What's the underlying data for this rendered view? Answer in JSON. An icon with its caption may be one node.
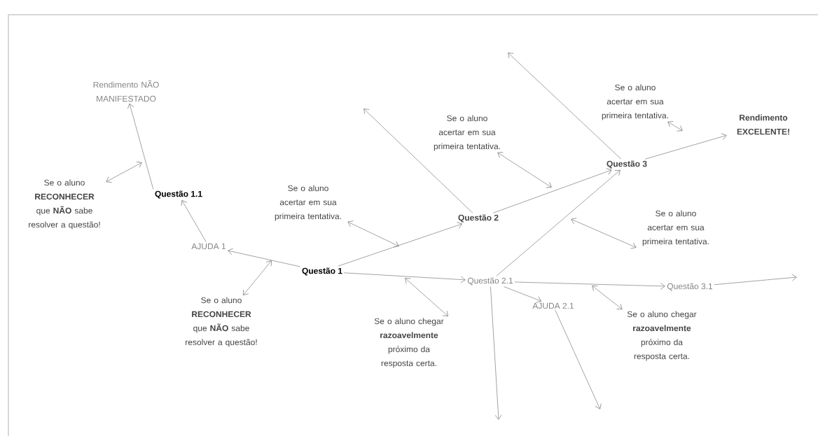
{
  "diagram": {
    "nodes": [
      {
        "text": [
          "Rendimento NÃO MANIFESTADO"
        ]
      },
      {
        "text": [
          "Se o aluno **RECONHECER** que **NÃO** sabe resolver a questão!"
        ]
      },
      {
        "text": [
          "Questão 1.1"
        ]
      },
      {
        "text": [
          "AJUDA 1"
        ]
      },
      {
        "text": [
          "Se o aluno acertar em sua primeira tentativa."
        ]
      },
      {
        "text": [
          "Questão 1"
        ]
      },
      {
        "text": [
          "Se o aluno **RECONHECER** que **NÃO** sabe resolver a questão!"
        ]
      },
      {
        "text": [
          "Questão 2"
        ]
      },
      {
        "text": [
          "Se o aluno acertar em sua primeira tentativa."
        ]
      },
      {
        "text": [
          "Questão 3"
        ]
      },
      {
        "text": [
          "Se o aluno acertar em sua primeira tentativa."
        ]
      },
      {
        "text": [
          "Rendimento EXCELENTE!"
        ]
      },
      {
        "text": [
          "Se o aluno acertar em sua primeira tentativa."
        ]
      },
      {
        "text": [
          "Questão 2.1"
        ]
      },
      {
        "text": [
          "Questão 3.1"
        ]
      },
      {
        "text": [
          "Se o aluno chegar **razoavelmente** próximo da resposta certa."
        ]
      },
      {
        "text": [
          "AJUDA 2.1"
        ]
      },
      {
        "text": [
          "Se o aluno chegar **razoavelmente** próximo da resposta certa."
        ]
      }
    ],
    "edges": [
      {
        "from": 2,
        "to": 0,
        "arrow": "to"
      },
      {
        "from": 1,
        "to": null,
        "arrow": "both"
      },
      {
        "from": 3,
        "to": 2,
        "arrow": "to"
      },
      {
        "from": 5,
        "to": 3,
        "arrow": "to"
      },
      {
        "from": 6,
        "to": null,
        "arrow": "both"
      },
      {
        "from": 5,
        "to": 7,
        "arrow": "to"
      },
      {
        "from": 4,
        "to": null,
        "arrow": "both"
      },
      {
        "from": 5,
        "to": 13,
        "arrow": "to"
      },
      {
        "from": 15,
        "to": null,
        "arrow": "both"
      },
      {
        "from": 7,
        "to": null,
        "arrow": "to"
      },
      {
        "from": 7,
        "to": 9,
        "arrow": "to"
      },
      {
        "from": 8,
        "to": null,
        "arrow": "both"
      },
      {
        "from": 9,
        "to": null,
        "arrow": "to"
      },
      {
        "from": 9,
        "to": 11,
        "arrow": "to"
      },
      {
        "from": 10,
        "to": null,
        "arrow": "both"
      },
      {
        "from": 13,
        "to": 9,
        "arrow": "to"
      },
      {
        "from": 12,
        "to": null,
        "arrow": "both"
      },
      {
        "from": 13,
        "to": 14,
        "arrow": "to"
      },
      {
        "from": 17,
        "to": null,
        "arrow": "both"
      },
      {
        "from": 14,
        "to": null,
        "arrow": "to"
      },
      {
        "from": 13,
        "to": null,
        "arrow": "to"
      },
      {
        "from": 13,
        "to": 16,
        "arrow": "to"
      },
      {
        "from": 16,
        "to": null,
        "arrow": "to"
      }
    ]
  }
}
